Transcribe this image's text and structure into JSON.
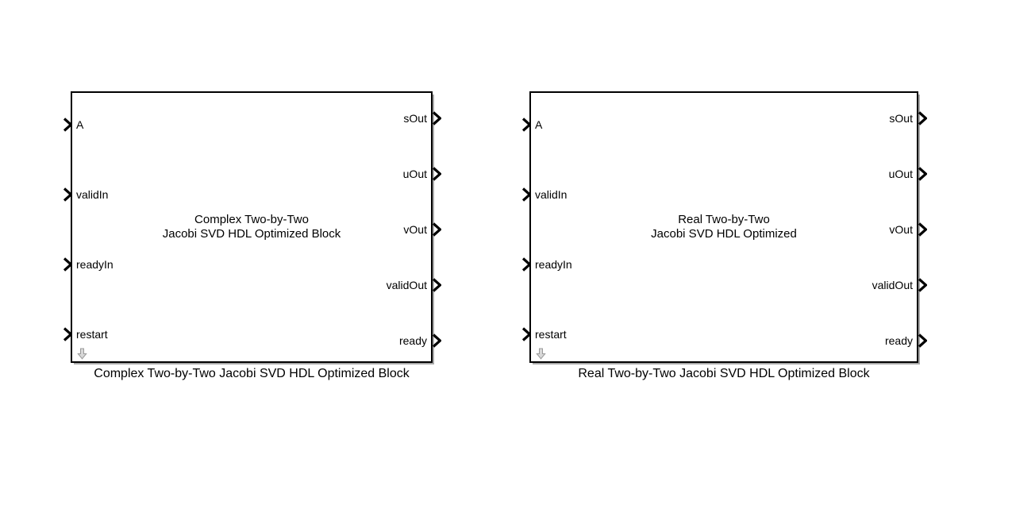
{
  "colors": {
    "canvas_bg": "#ffffff",
    "block_border": "#000000",
    "block_fill": "#ffffff",
    "shadow": "#a8a8a8",
    "text": "#000000",
    "badge_fill": "#d8d8d8",
    "badge_stroke": "#9a9a9a"
  },
  "icons": {
    "input_port": "chevron-right-icon",
    "output_port": "chevron-right-icon",
    "badge": "down-arrow-icon"
  },
  "blocks": [
    {
      "title_line1": "Complex Two-by-Two",
      "title_line2": "Jacobi SVD HDL Optimized Block",
      "caption": "Complex Two-by-Two Jacobi SVD HDL Optimized Block",
      "inputs": [
        "A",
        "validIn",
        "readyIn",
        "restart"
      ],
      "outputs": [
        "sOut",
        "uOut",
        "vOut",
        "validOut",
        "ready"
      ]
    },
    {
      "title_line1": "Real Two-by-Two",
      "title_line2": "Jacobi SVD HDL Optimized",
      "caption": "Real Two-by-Two Jacobi SVD HDL Optimized Block",
      "inputs": [
        "A",
        "validIn",
        "readyIn",
        "restart"
      ],
      "outputs": [
        "sOut",
        "uOut",
        "vOut",
        "validOut",
        "ready"
      ]
    }
  ]
}
